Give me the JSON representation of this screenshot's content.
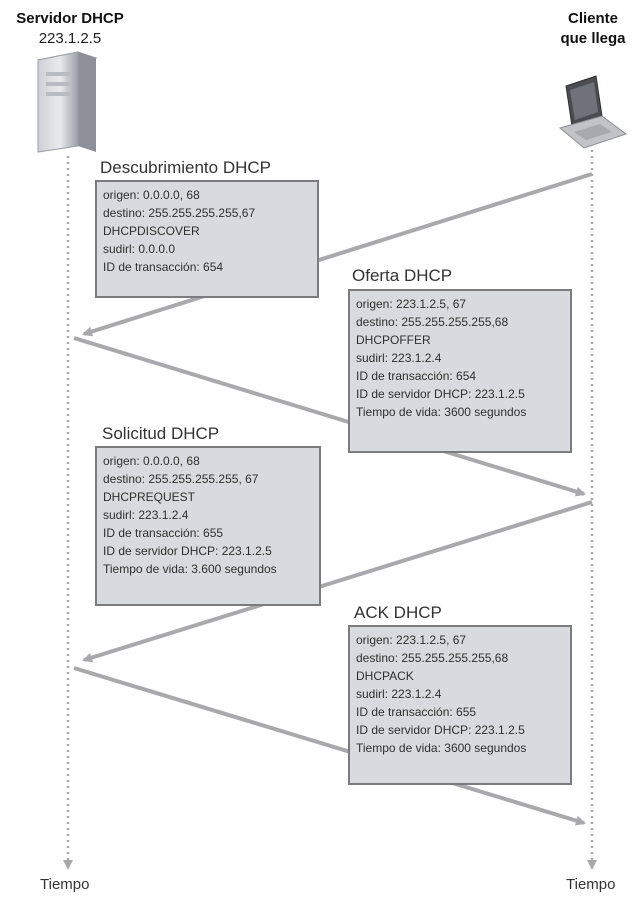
{
  "server": {
    "title": "Servidor DHCP",
    "ip": "223.1.2.5"
  },
  "client": {
    "title_line1": "Cliente",
    "title_line2": "que llega"
  },
  "time_label_left": "Tiempo",
  "time_label_right": "Tiempo",
  "messages": [
    {
      "title": "Descubrimiento DHCP",
      "lines": [
        "origen: 0.0.0.0, 68",
        "destino: 255.255.255.255,67",
        "DHCPDISCOVER",
        "sudirl: 0.0.0.0",
        "ID de transacción: 654"
      ]
    },
    {
      "title": "Oferta DHCP",
      "lines": [
        "origen: 223.1.2.5, 67",
        "destino: 255.255.255.255,68",
        "DHCPOFFER",
        "sudirl: 223.1.2.4",
        "ID de transacción: 654",
        "ID de servidor DHCP: 223.1.2.5",
        "Tiempo de vida: 3600 segundos"
      ]
    },
    {
      "title": "Solicitud DHCP",
      "lines": [
        "origen: 0.0.0.0, 68",
        "destino: 255.255.255.255, 67",
        "DHCPREQUEST",
        "sudirl: 223.1.2.4",
        "ID de transacción: 655",
        "ID de servidor DHCP: 223.1.2.5",
        "Tiempo de vida: 3.600 segundos"
      ]
    },
    {
      "title": "ACK DHCP",
      "lines": [
        "origen: 223.1.2.5, 67",
        "destino: 255.255.255.255,68",
        "DHCPACK",
        "sudirl: 223.1.2.4",
        "ID de transacción: 655",
        "ID de servidor DHCP: 223.1.2.5",
        "Tiempo de vida: 3600 segundos"
      ]
    }
  ]
}
